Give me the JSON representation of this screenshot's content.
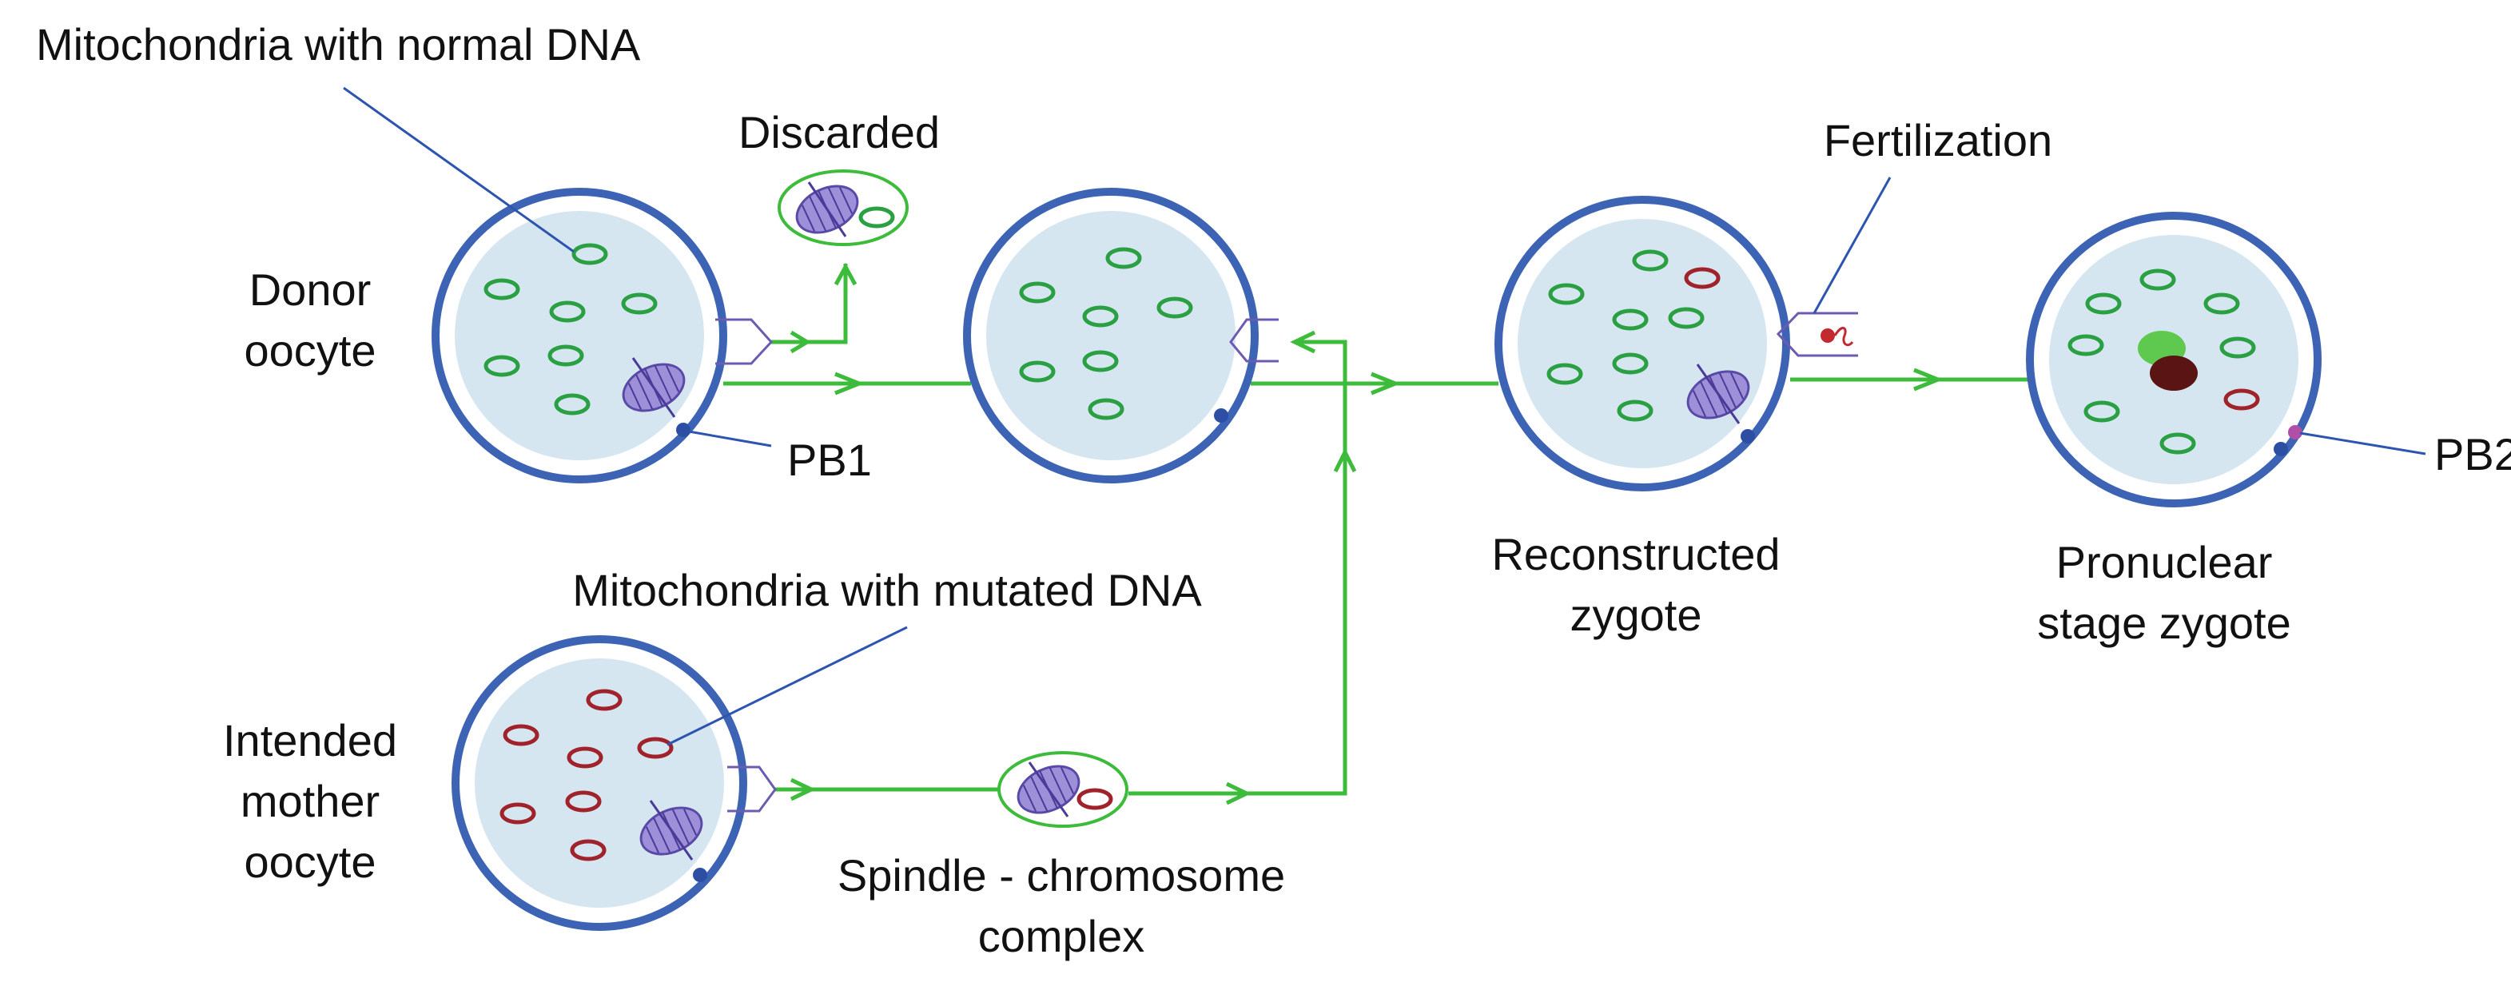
{
  "labels": {
    "mito_normal": "Mitochondria with normal DNA",
    "discarded": "Discarded",
    "donor_line1": "Donor",
    "donor_line2": "oocyte",
    "pb1": "PB1",
    "mito_mutated": "Mitochondria with mutated DNA",
    "mother_line1": "Intended",
    "mother_line2": "mother",
    "mother_line3": "oocyte",
    "spindle_line1": "Spindle - chromosome",
    "spindle_line2": "complex",
    "fertilization": "Fertilization",
    "reconstructed_line1": "Reconstructed",
    "reconstructed_line2": "zygote",
    "pronuclear_line1": "Pronuclear",
    "pronuclear_line2": "stage zygote",
    "pb2": "PB2"
  },
  "colors": {
    "cell_border": "#3d63b5",
    "cytoplasm": "#d5e6f1",
    "mito_normal": "#2aa043",
    "mito_mutated": "#a0232b",
    "arrow": "#3dbb3a",
    "spindle": "#6a5bb3",
    "polar_body": "#2c4fa3",
    "pb2": "#b04fa8",
    "pronucleus_female": "#5ec94e",
    "pronucleus_male": "#5a1414",
    "pipette": "#6d5bb1",
    "leader_line": "#2d55b0"
  }
}
